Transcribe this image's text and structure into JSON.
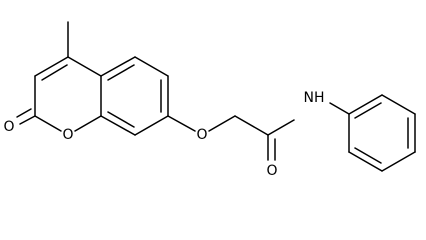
{
  "atoms": {
    "carbonyl_o_lactone": "O",
    "ring_o": "O",
    "ether_o": "O",
    "amide_o": "O",
    "amide_n": "NH"
  }
}
